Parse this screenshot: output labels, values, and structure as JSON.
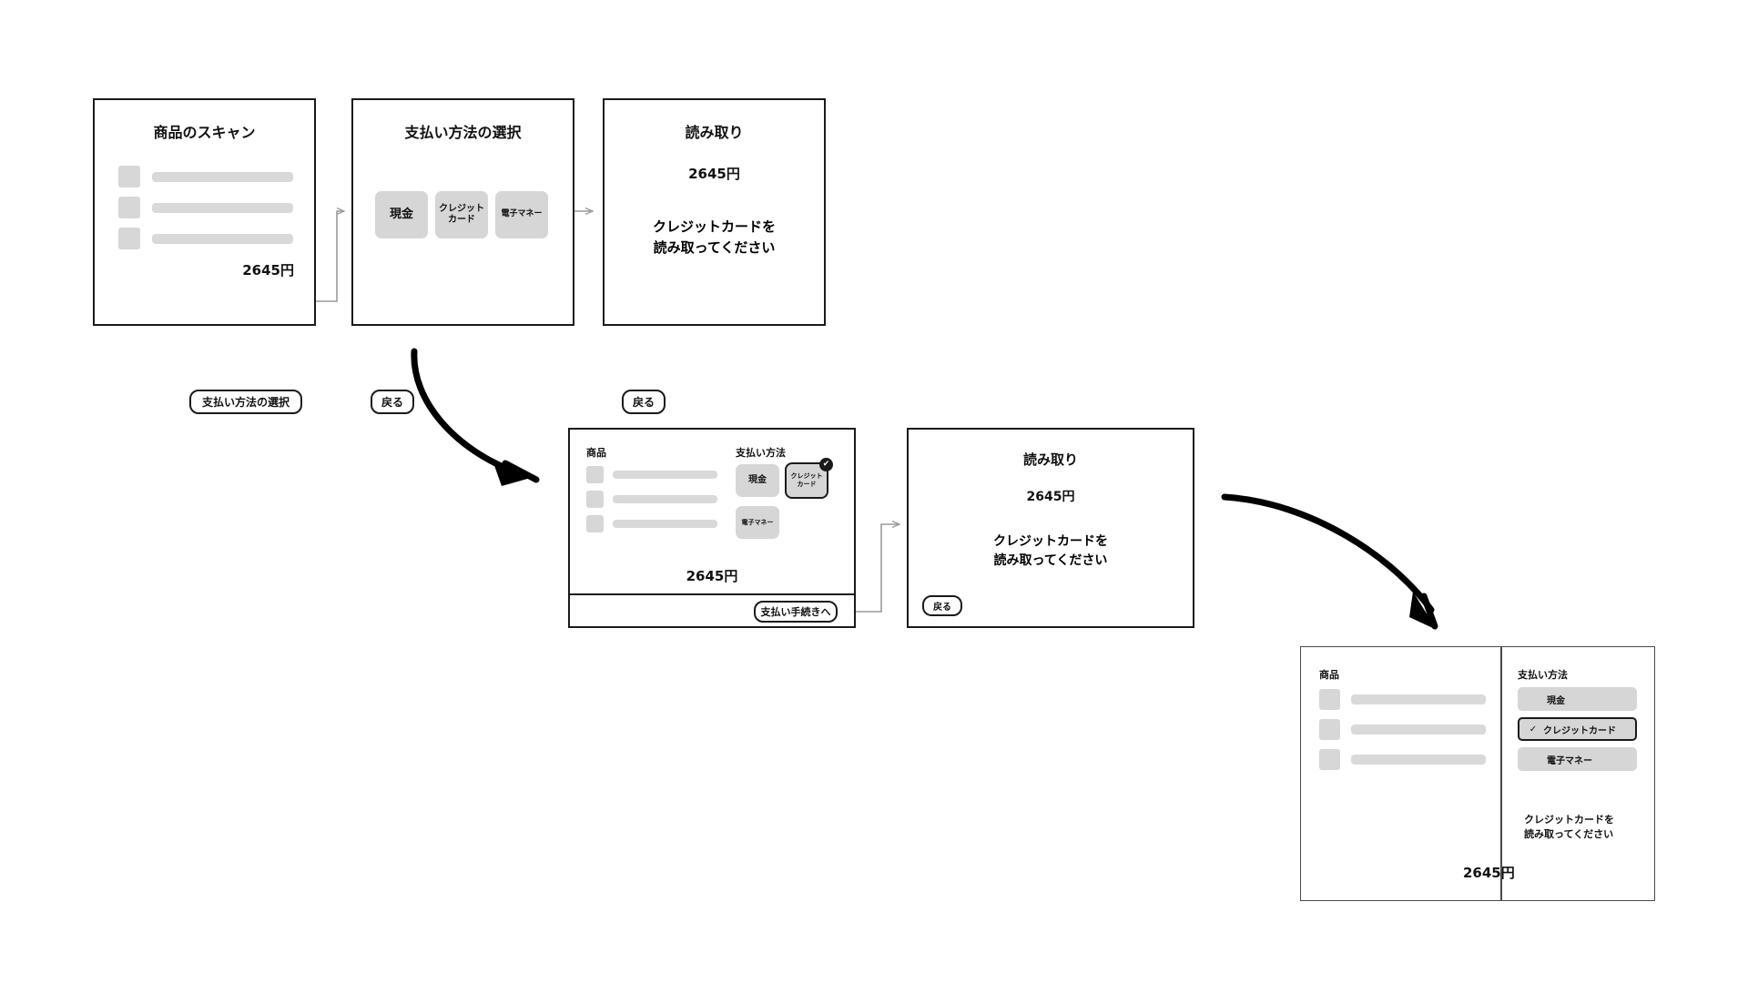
{
  "meta": {
    "currency_amount": "2645円"
  },
  "palette": {
    "card_border": "#1a1a1a",
    "thin_border": "#4a4a4a",
    "chip_fill": "#d6d6d6",
    "placeholder": "#d9d9d9",
    "connector": "#9a9a9a",
    "arrow": "#000000"
  },
  "screens": {
    "scan": {
      "title": "商品のスキャン",
      "amount": "2645円",
      "primary_button": "支払い方法の選択",
      "items": [
        {
          "thumb": "product-thumb",
          "bar": "product-name-bar"
        },
        {
          "thumb": "product-thumb",
          "bar": "product-name-bar"
        },
        {
          "thumb": "product-thumb",
          "bar": "product-name-bar"
        }
      ]
    },
    "method_select": {
      "title": "支払い方法の選択",
      "back_button": "戻る",
      "methods": [
        {
          "label": "現金",
          "selected": false
        },
        {
          "label": "クレジット\nカード",
          "line1": "クレジット",
          "line2": "カード",
          "selected": false
        },
        {
          "label": "電子マネー",
          "selected": false
        }
      ]
    },
    "reading_top": {
      "title": "読み取り",
      "amount": "2645円",
      "instruction_line1": "クレジットカードを",
      "instruction_line2": "読み取ってください",
      "back_button": "戻る"
    },
    "combined_mid": {
      "products_label": "商品",
      "methods_label": "支払い方法",
      "amount": "2645円",
      "footer_button": "支払い手続きへ",
      "items": [
        {
          "thumb": "product-thumb",
          "bar": "product-name-bar"
        },
        {
          "thumb": "product-thumb",
          "bar": "product-name-bar"
        },
        {
          "thumb": "product-thumb",
          "bar": "product-name-bar"
        }
      ],
      "methods": [
        {
          "label": "現金",
          "selected": false
        },
        {
          "line1": "クレジット",
          "line2": "カード",
          "selected": true,
          "badge": "✔"
        },
        {
          "label": "電子マネー",
          "selected": false
        }
      ]
    },
    "reading_mid": {
      "title": "読み取り",
      "amount": "2645円",
      "instruction_line1": "クレジットカードを",
      "instruction_line2": "読み取ってください",
      "back_button": "戻る"
    },
    "combined_final": {
      "products_label": "商品",
      "methods_label": "支払い方法",
      "amount": "2645円",
      "instruction_line1": "クレジットカードを",
      "instruction_line2": "読み取ってください",
      "items": [
        {
          "thumb": "product-thumb",
          "bar": "product-name-bar"
        },
        {
          "thumb": "product-thumb",
          "bar": "product-name-bar"
        },
        {
          "thumb": "product-thumb",
          "bar": "product-name-bar"
        }
      ],
      "methods": [
        {
          "label": "現金",
          "check": "",
          "selected": false
        },
        {
          "label": "クレジットカード",
          "check": "✓",
          "selected": true
        },
        {
          "label": "電子マネー",
          "check": "",
          "selected": false
        }
      ]
    }
  }
}
